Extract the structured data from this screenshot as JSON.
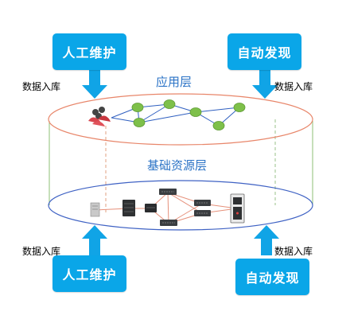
{
  "layers": {
    "top": "应用层",
    "bottom": "基础资源层"
  },
  "boxes": {
    "top_left": "人工维护",
    "top_right": "自动发现",
    "bottom_left": "人工维护",
    "bottom_right": "自动发现"
  },
  "labels": {
    "top_left": "数据入库",
    "top_right": "数据入库",
    "bottom_left": "数据入库",
    "bottom_right": "数据入库"
  },
  "colors": {
    "accent_box": "#0aa6e8",
    "arrow": "#10a4e6",
    "top_ellipse": "#e8866a",
    "bottom_ellipse": "#3f62c4",
    "cylinder_side": "#8ebf76",
    "network_line": "#2f5fc0",
    "app_node": "#7ec04a",
    "infra_link": "#e6907a",
    "layer_text": "#2b73c6"
  }
}
